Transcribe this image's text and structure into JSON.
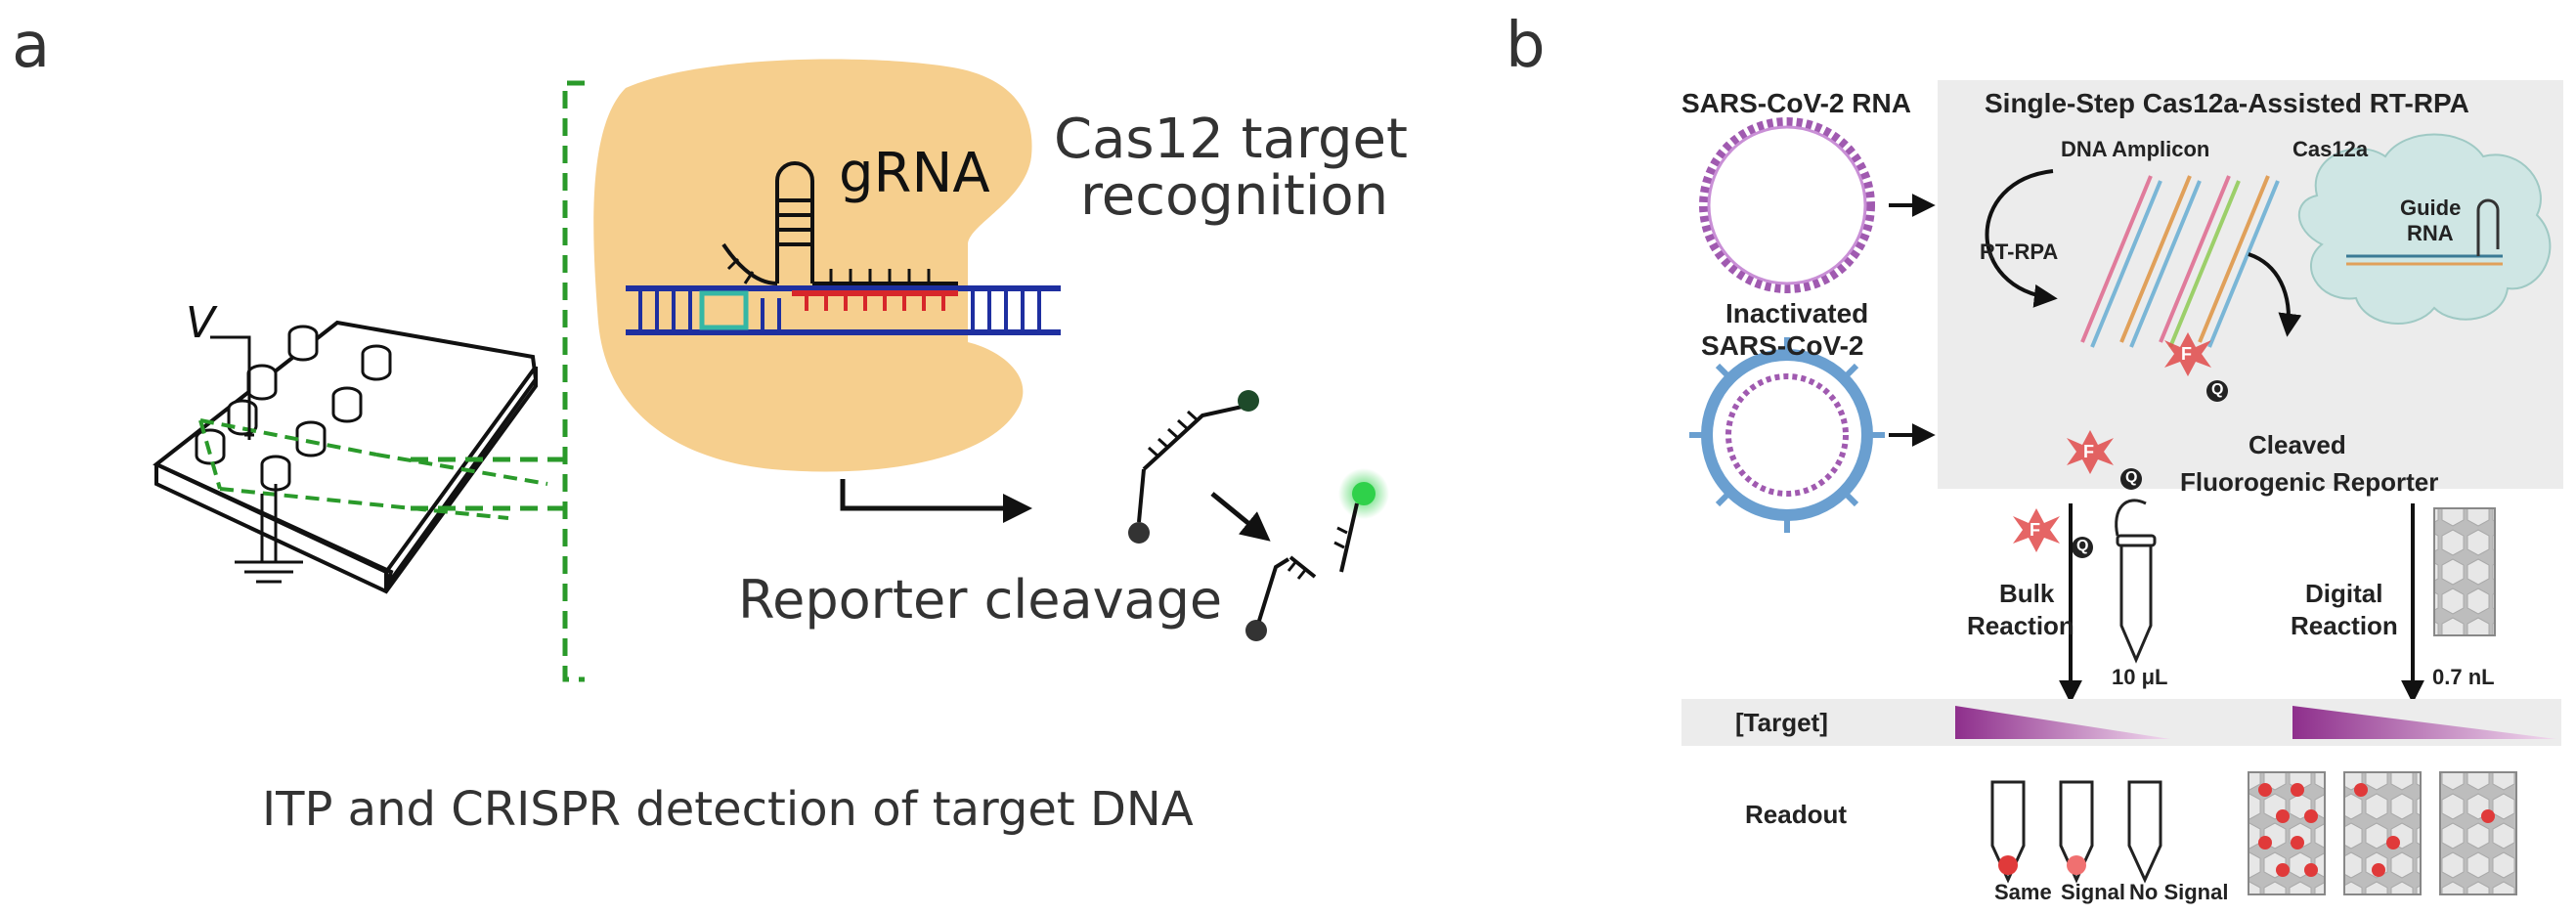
{
  "panel_a": {
    "letter": "a",
    "target_label_line1": "Cas12 target",
    "target_label_line2": "recognition",
    "grna_label": "gRNA",
    "voltage_label": "V",
    "reporter_label": "Reporter cleavage",
    "caption": "ITP and CRISPR detection of target DNA"
  },
  "panel_b": {
    "letter": "b",
    "rna_label": "SARS-CoV-2 RNA",
    "assay_title": "Single-Step Cas12a-Assisted RT-RPA",
    "amplicon_label": "DNA Amplicon",
    "cas_label": "Cas12a",
    "rtrpa_label": "RT-RPA",
    "guide_line1": "Guide",
    "guide_line2": "RNA",
    "inactivated_line1": "Inactivated",
    "inactivated_line2": "SARS-CoV-2",
    "fluor_letter": "F",
    "quencher_letter": "Q",
    "cleaved_line1": "Cleaved",
    "cleaved_line2": "Fluorogenic Reporter",
    "bulk_line1": "Bulk",
    "bulk_line2": "Reaction",
    "bulk_volume": "10 μL",
    "digital_line1": "Digital",
    "digital_line2": "Reaction",
    "digital_volume": "0.7 nL",
    "target_row": "[Target]",
    "readout_row": "Readout",
    "same_signal_1": "Same",
    "same_signal_2": "Signal",
    "no_signal": "No Signal"
  },
  "colors": {
    "protein": "#f6cf8e",
    "dna_blue": "#1e2fa0",
    "dna_red": "#d7262a",
    "dna_teal": "#35b7a5",
    "chip_green": "#2a9a2a",
    "reporter_green": "#2fd14a",
    "virus_purple": "#a05ab0",
    "virus_blue": "#6a9fd0",
    "cas_teal": "#cfe6e4",
    "gradient_purple": "#9b3f97",
    "panel_bg": "#ececec",
    "signal_red": "#e03a3a"
  }
}
